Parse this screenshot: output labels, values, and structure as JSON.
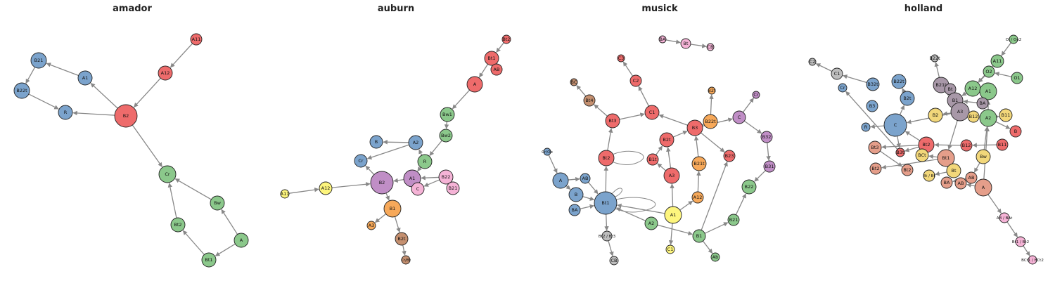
{
  "colors": {
    "blue": "#7ba3cc",
    "red": "#ee6b6b",
    "green": "#8bc88b",
    "purple": "#c08ec6",
    "orange": "#f7a95a",
    "yellow": "#fdf57d",
    "brown": "#c59070",
    "pink": "#f5b3d6",
    "gray": "#bdbdbd",
    "slate": "#a898a8",
    "salmon": "#e59e8a",
    "gold": "#f2d77a",
    "edge": "#888888"
  },
  "panels": [
    {
      "key": "amador",
      "title": "amador",
      "nodes": [
        {
          "id": "A11",
          "label": "A11",
          "color": "red"
        },
        {
          "id": "A12",
          "label": "A12",
          "color": "red"
        },
        {
          "id": "B21",
          "label": "B21",
          "color": "blue"
        },
        {
          "id": "A1",
          "label": "A1",
          "color": "blue"
        },
        {
          "id": "B22t",
          "label": "B22t",
          "color": "blue"
        },
        {
          "id": "R",
          "label": "R",
          "color": "blue"
        },
        {
          "id": "B2",
          "label": "B2",
          "color": "red"
        },
        {
          "id": "Cr",
          "label": "Cr",
          "color": "green"
        },
        {
          "id": "Bw",
          "label": "Bw",
          "color": "green"
        },
        {
          "id": "Bt2",
          "label": "Bt2",
          "color": "green"
        },
        {
          "id": "A",
          "label": "A",
          "color": "green"
        },
        {
          "id": "Bt1",
          "label": "Bt1",
          "color": "green"
        }
      ],
      "edges": [
        [
          "A11",
          "A12"
        ],
        [
          "A12",
          "B2"
        ],
        [
          "A1",
          "B21"
        ],
        [
          "B21",
          "B22t"
        ],
        [
          "B22t",
          "R"
        ],
        [
          "B2",
          "R"
        ],
        [
          "B2",
          "A1"
        ],
        [
          "B2",
          "Cr"
        ],
        [
          "Bt2",
          "Cr"
        ],
        [
          "Bw",
          "Cr"
        ],
        [
          "A",
          "Bw"
        ],
        [
          "A",
          "Bt1"
        ],
        [
          "Bt1",
          "Bt2"
        ]
      ]
    },
    {
      "key": "auburn",
      "title": "auburn",
      "nodes": [
        {
          "id": "Bt2",
          "label": "Bt2",
          "color": "red"
        },
        {
          "id": "Bt1",
          "label": "Bt1",
          "color": "red"
        },
        {
          "id": "AB",
          "label": "AB",
          "color": "red"
        },
        {
          "id": "A",
          "label": "A",
          "color": "red"
        },
        {
          "id": "Bw1",
          "label": "Bw1",
          "color": "green"
        },
        {
          "id": "Bw2",
          "label": "Bw2",
          "color": "green"
        },
        {
          "id": "B",
          "label": "B",
          "color": "blue"
        },
        {
          "id": "A2",
          "label": "A2",
          "color": "blue"
        },
        {
          "id": "Cr",
          "label": "Cr",
          "color": "blue"
        },
        {
          "id": "R",
          "label": "R",
          "color": "green"
        },
        {
          "id": "B2",
          "label": "B2",
          "color": "purple"
        },
        {
          "id": "A1",
          "label": "A1",
          "color": "purple"
        },
        {
          "id": "B22",
          "label": "B22",
          "color": "pink"
        },
        {
          "id": "C",
          "label": "C",
          "color": "pink"
        },
        {
          "id": "B21",
          "label": "B21",
          "color": "pink"
        },
        {
          "id": "A11",
          "label": "A11",
          "color": "yellow"
        },
        {
          "id": "A12",
          "label": "A12",
          "color": "yellow"
        },
        {
          "id": "B1",
          "label": "B1",
          "color": "orange"
        },
        {
          "id": "A3",
          "label": "A3",
          "color": "orange"
        },
        {
          "id": "B2t",
          "label": "B2t",
          "color": "brown"
        },
        {
          "id": "Cr/Bt",
          "label": "Cr/Bt",
          "color": "brown"
        }
      ],
      "edges": [
        [
          "Bt2",
          "Bt1"
        ],
        [
          "Bt1",
          "AB"
        ],
        [
          "Bt1",
          "A"
        ],
        [
          "A",
          "Bw1"
        ],
        [
          "Bw1",
          "Bw2"
        ],
        [
          "Bw2",
          "R"
        ],
        [
          "A2",
          "B"
        ],
        [
          "A2",
          "Cr"
        ],
        [
          "R",
          "A2"
        ],
        [
          "R",
          "A1"
        ],
        [
          "A1",
          "B2"
        ],
        [
          "A11",
          "A12"
        ],
        [
          "A12",
          "B2"
        ],
        [
          "B2",
          "Cr"
        ],
        [
          "B22",
          "C"
        ],
        [
          "B22",
          "B21"
        ],
        [
          "B22",
          "A1"
        ],
        [
          "A1",
          "C"
        ],
        [
          "B2",
          "B1"
        ],
        [
          "B1",
          "A3"
        ],
        [
          "B1",
          "B2t"
        ],
        [
          "B2t",
          "Cr/Bt"
        ]
      ]
    },
    {
      "key": "musick",
      "title": "musick",
      "nodes": [
        {
          "id": "BA",
          "label": "BA",
          "color": "pink"
        },
        {
          "id": "Bt",
          "label": "Bt",
          "color": "pink"
        },
        {
          "id": "CB",
          "label": "CB",
          "color": "pink"
        },
        {
          "id": "C3",
          "label": "C3",
          "color": "red"
        },
        {
          "id": "C2",
          "label": "C2",
          "color": "red"
        },
        {
          "id": "BC",
          "label": "BC",
          "color": "brown"
        },
        {
          "id": "Bt4",
          "label": "Bt4",
          "color": "brown"
        },
        {
          "id": "B2t",
          "label": "B2t",
          "color": "orange"
        },
        {
          "id": "Cr",
          "label": "Cr",
          "color": "purple"
        },
        {
          "id": "C1",
          "label": "C1",
          "color": "red"
        },
        {
          "id": "Bt3",
          "label": "Bt3",
          "color": "red"
        },
        {
          "id": "B3",
          "label": "B3",
          "color": "red"
        },
        {
          "id": "B22t",
          "label": "B22t",
          "color": "orange"
        },
        {
          "id": "C",
          "label": "C",
          "color": "purple"
        },
        {
          "id": "B2tb",
          "label": "B2t",
          "color": "red"
        },
        {
          "id": "B32",
          "label": "B32",
          "color": "purple"
        },
        {
          "id": "B23",
          "label": "B23",
          "color": "red"
        },
        {
          "id": "Cr/Oe",
          "label": "Cr/Oe",
          "color": "blue"
        },
        {
          "id": "Bt2",
          "label": "Bt2",
          "color": "red"
        },
        {
          "id": "B1t",
          "label": "B1t",
          "color": "red"
        },
        {
          "id": "B21t",
          "label": "B21t",
          "color": "orange"
        },
        {
          "id": "B31",
          "label": "B31",
          "color": "purple"
        },
        {
          "id": "A",
          "label": "A",
          "color": "blue"
        },
        {
          "id": "AB",
          "label": "AB",
          "color": "blue"
        },
        {
          "id": "A3",
          "label": "A3",
          "color": "red"
        },
        {
          "id": "B22",
          "label": "B22",
          "color": "green"
        },
        {
          "id": "B",
          "label": "B",
          "color": "blue"
        },
        {
          "id": "Bt1",
          "label": "Bt1",
          "color": "blue"
        },
        {
          "id": "A12",
          "label": "A12",
          "color": "orange"
        },
        {
          "id": "BA2",
          "label": "BA",
          "color": "blue"
        },
        {
          "id": "A1",
          "label": "A1",
          "color": "yellow"
        },
        {
          "id": "B21",
          "label": "B21",
          "color": "green"
        },
        {
          "id": "A2",
          "label": "A2",
          "color": "green"
        },
        {
          "id": "B1",
          "label": "B1",
          "color": "green"
        },
        {
          "id": "Bt2/Bt3",
          "label": "Bt2 / Bt3",
          "color": "gray"
        },
        {
          "id": "C1b",
          "label": "C1",
          "color": "yellow"
        },
        {
          "id": "Ab",
          "label": "Ab",
          "color": "green"
        },
        {
          "id": "CB2",
          "label": "CB",
          "color": "gray"
        }
      ],
      "edges": [
        [
          "BA",
          "Bt"
        ],
        [
          "Bt",
          "CB"
        ],
        [
          "C2",
          "C3"
        ],
        [
          "C1",
          "C2"
        ],
        [
          "Bt4",
          "BC"
        ],
        [
          "Bt3",
          "Bt4"
        ],
        [
          "Bt3",
          "C1"
        ],
        [
          "B3",
          "C1"
        ],
        [
          "B3",
          "B22t"
        ],
        [
          "B22t",
          "B2t"
        ],
        [
          "B3",
          "C"
        ],
        [
          "C",
          "Cr"
        ],
        [
          "C",
          "B32"
        ],
        [
          "B32",
          "B31"
        ],
        [
          "B31",
          "B22"
        ],
        [
          "B3",
          "B23"
        ],
        [
          "B2tb",
          "B3"
        ],
        [
          "Bt2",
          "Bt3"
        ],
        [
          "Cr/Oe",
          "A"
        ],
        [
          "A",
          "AB"
        ],
        [
          "A",
          "B"
        ],
        [
          "B1t",
          "B2tb"
        ],
        [
          "A3",
          "B1t"
        ],
        [
          "A3",
          "B2tb"
        ],
        [
          "B21t",
          "B3"
        ],
        [
          "A12",
          "B21t"
        ],
        [
          "A1",
          "A12"
        ],
        [
          "A1",
          "A3"
        ],
        [
          "A1",
          "Bt1"
        ],
        [
          "AB",
          "Bt1"
        ],
        [
          "B",
          "Bt1"
        ],
        [
          "BA2",
          "Bt1"
        ],
        [
          "Bt1",
          "Bt2"
        ],
        [
          "A2",
          "Bt1"
        ],
        [
          "A2",
          "B1"
        ],
        [
          "B1",
          "B21"
        ],
        [
          "B21",
          "B22"
        ],
        [
          "B1",
          "B23"
        ],
        [
          "B1",
          "Ab"
        ],
        [
          "A1",
          "C1b"
        ],
        [
          "Bt1",
          "Bt2/Bt3"
        ],
        [
          "Bt2/Bt3",
          "CB2"
        ]
      ]
    },
    {
      "key": "holland",
      "title": "holland",
      "nodes": [
        {
          "id": "Oi/Oe2",
          "label": "Oi / Oe2",
          "color": "green"
        },
        {
          "id": "B22t",
          "label": "B22t",
          "color": "gray"
        },
        {
          "id": "A11",
          "label": "A11",
          "color": "green"
        },
        {
          "id": "C2",
          "label": "C2",
          "color": "gray"
        },
        {
          "id": "C1",
          "label": "C1",
          "color": "gray"
        },
        {
          "id": "O2",
          "label": "O2",
          "color": "green"
        },
        {
          "id": "O1",
          "label": "O1",
          "color": "green"
        },
        {
          "id": "Cr",
          "label": "Cr",
          "color": "blue"
        },
        {
          "id": "B32t",
          "label": "B32t",
          "color": "blue"
        },
        {
          "id": "B3t",
          "label": "B3t",
          "color": "blue"
        },
        {
          "id": "B22t2",
          "label": "B22t",
          "color": "blue"
        },
        {
          "id": "B21t",
          "label": "B21t",
          "color": "slate"
        },
        {
          "id": "Bt",
          "label": "Bt",
          "color": "slate"
        },
        {
          "id": "A12",
          "label": "A12",
          "color": "green"
        },
        {
          "id": "A1",
          "label": "A1",
          "color": "green"
        },
        {
          "id": "B2t",
          "label": "B2t",
          "color": "blue"
        },
        {
          "id": "B3",
          "label": "B3",
          "color": "blue"
        },
        {
          "id": "B1",
          "label": "B1",
          "color": "slate"
        },
        {
          "id": "BA",
          "label": "BA",
          "color": "slate"
        },
        {
          "id": "A3",
          "label": "A3",
          "color": "slate"
        },
        {
          "id": "B2",
          "label": "B2",
          "color": "gold"
        },
        {
          "id": "B12",
          "label": "B12",
          "color": "gold"
        },
        {
          "id": "A2",
          "label": "A2",
          "color": "green"
        },
        {
          "id": "B11",
          "label": "B11",
          "color": "gold"
        },
        {
          "id": "R",
          "label": "R",
          "color": "blue"
        },
        {
          "id": "C",
          "label": "C",
          "color": "blue"
        },
        {
          "id": "B",
          "label": "B",
          "color": "red"
        },
        {
          "id": "B12b",
          "label": "B12",
          "color": "red"
        },
        {
          "id": "Bt2",
          "label": "Bt2",
          "color": "red"
        },
        {
          "id": "B11b",
          "label": "B11",
          "color": "red"
        },
        {
          "id": "Bt3",
          "label": "Bt3",
          "color": "salmon"
        },
        {
          "id": "B3t",
          "label": "B3t",
          "color": "red"
        },
        {
          "id": "BCt",
          "label": "BCt",
          "color": "gold"
        },
        {
          "id": "Bt1",
          "label": "Bt1",
          "color": "salmon"
        },
        {
          "id": "Bw",
          "label": "Bw",
          "color": "gold"
        },
        {
          "id": "Bt2b",
          "label": "Bt2",
          "color": "salmon"
        },
        {
          "id": "Bt2c",
          "label": "Bt2",
          "color": "salmon"
        },
        {
          "id": "Bt/Bt",
          "label": "Bt / Bt",
          "color": "gold"
        },
        {
          "id": "Btb",
          "label": "Bt",
          "color": "gold"
        },
        {
          "id": "AB",
          "label": "AB",
          "color": "salmon"
        },
        {
          "id": "BA2",
          "label": "BA",
          "color": "salmon"
        },
        {
          "id": "AB2",
          "label": "AB",
          "color": "salmon"
        },
        {
          "id": "A",
          "label": "A",
          "color": "salmon"
        },
        {
          "id": "AB/BAt",
          "label": "AB / BAt",
          "color": "pink"
        },
        {
          "id": "Bt1/Bt2",
          "label": "Bt1 / Bt2",
          "color": "pink"
        },
        {
          "id": "BCt1/BCt2",
          "label": "BCt1 / BCt2",
          "color": "pink"
        }
      ],
      "edges": [
        [
          "Oi/Oe2",
          "A11"
        ],
        [
          "A11",
          "A12"
        ],
        [
          "O2",
          "A12"
        ],
        [
          "O1",
          "O2"
        ],
        [
          "C1",
          "C2"
        ],
        [
          "B32t",
          "C1"
        ],
        [
          "B3t",
          "Cr"
        ],
        [
          "B2t",
          "B22t2"
        ],
        [
          "B21t",
          "B22t"
        ],
        [
          "Bt",
          "B21t"
        ],
        [
          "B1",
          "B21t"
        ],
        [
          "A12",
          "B1"
        ],
        [
          "A1",
          "A12"
        ],
        [
          "A3",
          "B1"
        ],
        [
          "BA",
          "B1"
        ],
        [
          "A3",
          "B2"
        ],
        [
          "A2",
          "A1"
        ],
        [
          "A2",
          "B11"
        ],
        [
          "C",
          "R"
        ],
        [
          "C",
          "B3t"
        ],
        [
          "C",
          "B2t"
        ],
        [
          "A3",
          "C"
        ],
        [
          "B12",
          "A3"
        ],
        [
          "A2",
          "B"
        ],
        [
          "A3",
          "Bt1"
        ],
        [
          "B12b",
          "Bt2"
        ],
        [
          "B11b",
          "B12b"
        ],
        [
          "Bt2",
          "C"
        ],
        [
          "Bt2",
          "Bt3"
        ],
        [
          "Bt2",
          "B3t"
        ],
        [
          "Bt1",
          "BCt"
        ],
        [
          "Bw",
          "A2"
        ],
        [
          "Bw",
          "AB"
        ],
        [
          "Bt1",
          "Bt2b"
        ],
        [
          "Bt1",
          "Btb"
        ],
        [
          "Btb",
          "Bt/Bt"
        ],
        [
          "AB",
          "BA2"
        ],
        [
          "A",
          "AB2"
        ],
        [
          "A",
          "A2"
        ],
        [
          "A",
          "AB/BAt"
        ],
        [
          "AB/BAt",
          "Bt1/Bt2"
        ],
        [
          "Bt1/Bt2",
          "BCt1/BCt2"
        ],
        [
          "Bt3",
          "Bt2c"
        ]
      ]
    }
  ]
}
